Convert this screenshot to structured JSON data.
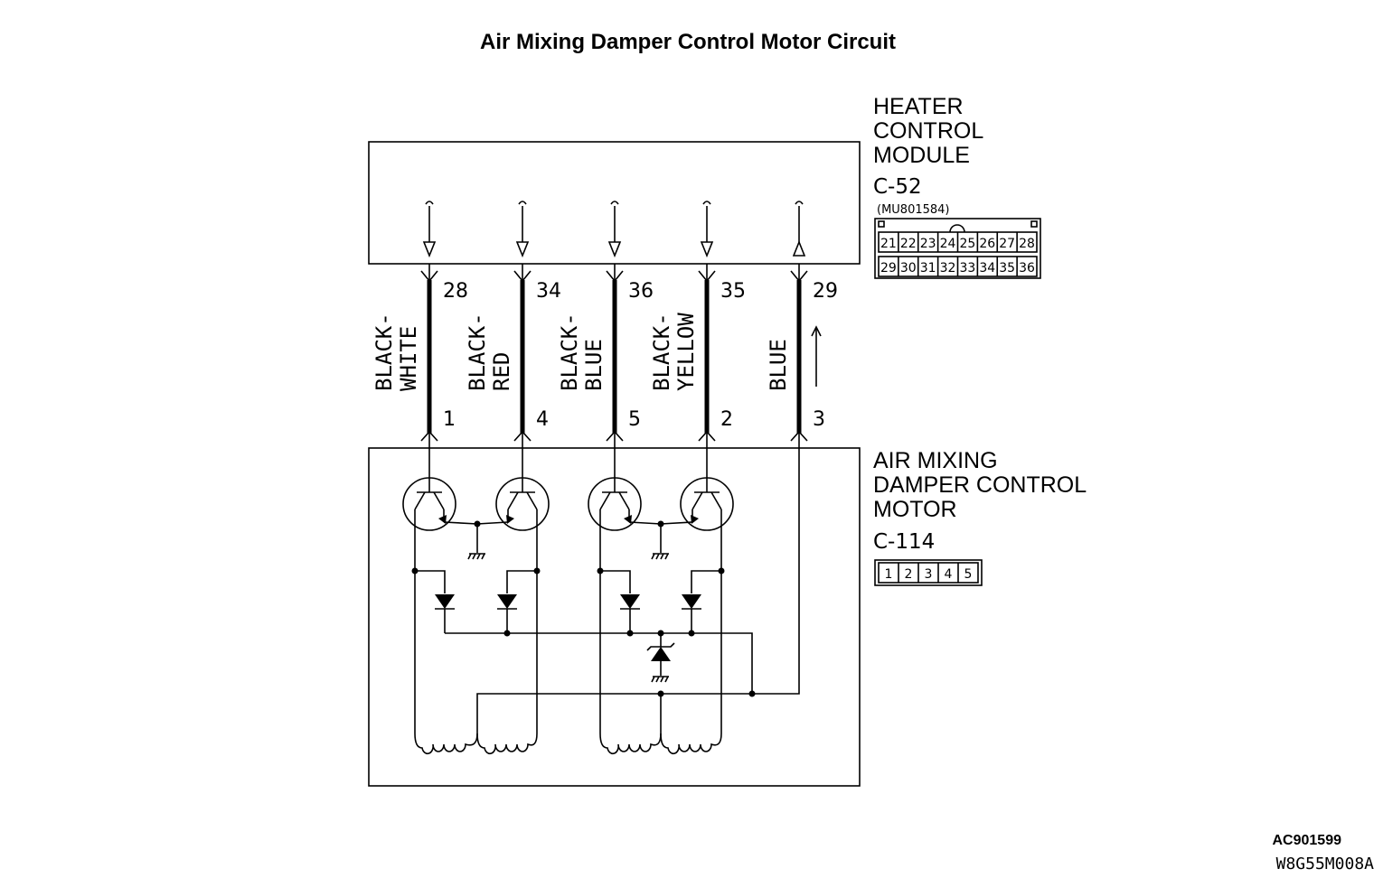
{
  "title": "Air Mixing Damper Control Motor Circuit",
  "module": {
    "name_lines": [
      "HEATER",
      "CONTROL",
      "MODULE"
    ],
    "connector": "C-52",
    "part_number": "(MU801584)",
    "pins_row1": [
      "21",
      "22",
      "23",
      "24",
      "25",
      "26",
      "27",
      "28"
    ],
    "pins_row2": [
      "29",
      "30",
      "31",
      "32",
      "33",
      "34",
      "35",
      "36"
    ]
  },
  "motor": {
    "name_lines": [
      "AIR MIXING",
      "DAMPER CONTROL",
      "MOTOR"
    ],
    "connector": "C-114",
    "pins": [
      "1",
      "2",
      "3",
      "4",
      "5"
    ]
  },
  "wires": [
    {
      "top_pin": "28",
      "bottom_pin": "1",
      "color_lines": [
        "BLACK-",
        "WHITE"
      ]
    },
    {
      "top_pin": "34",
      "bottom_pin": "4",
      "color_lines": [
        "BLACK-",
        "RED"
      ]
    },
    {
      "top_pin": "36",
      "bottom_pin": "5",
      "color_lines": [
        "BLACK-",
        "BLUE"
      ]
    },
    {
      "top_pin": "35",
      "bottom_pin": "2",
      "color_lines": [
        "BLACK-",
        "YELLOW"
      ]
    },
    {
      "top_pin": "29",
      "bottom_pin": "3",
      "color_lines": [
        "BLUE"
      ]
    }
  ],
  "footer": {
    "code1": "AC901599",
    "code2": "W8G55M008A"
  }
}
